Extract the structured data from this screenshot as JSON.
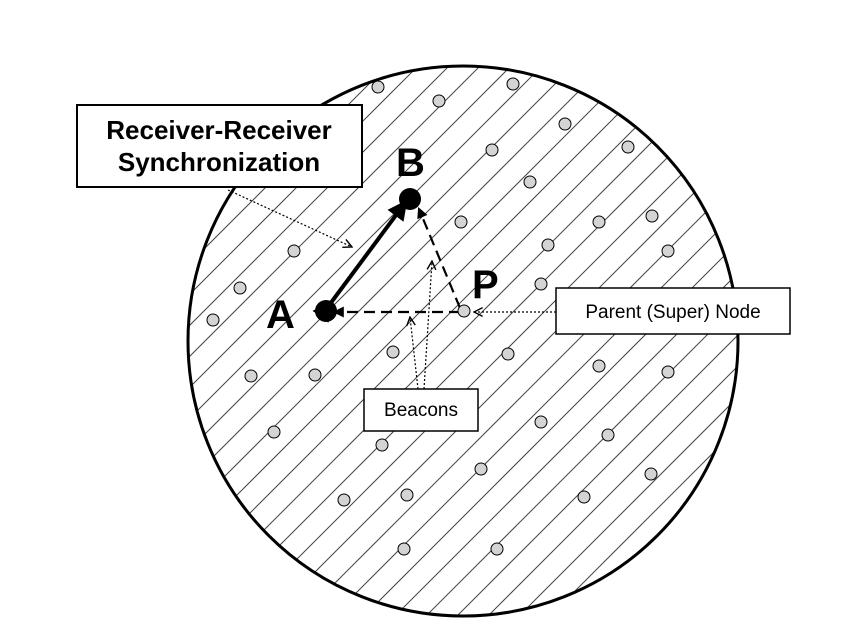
{
  "title_box": {
    "line1": "Receiver-Receiver",
    "line2": "Synchronization"
  },
  "nodes": {
    "a_label": "A",
    "b_label": "B",
    "p_label": "P"
  },
  "callouts": {
    "parent": "Parent (Super) Node",
    "beacons": "Beacons"
  },
  "colors": {
    "node_fill": "#d4d4d4",
    "stroke": "#000000",
    "hatch": "#444444"
  }
}
